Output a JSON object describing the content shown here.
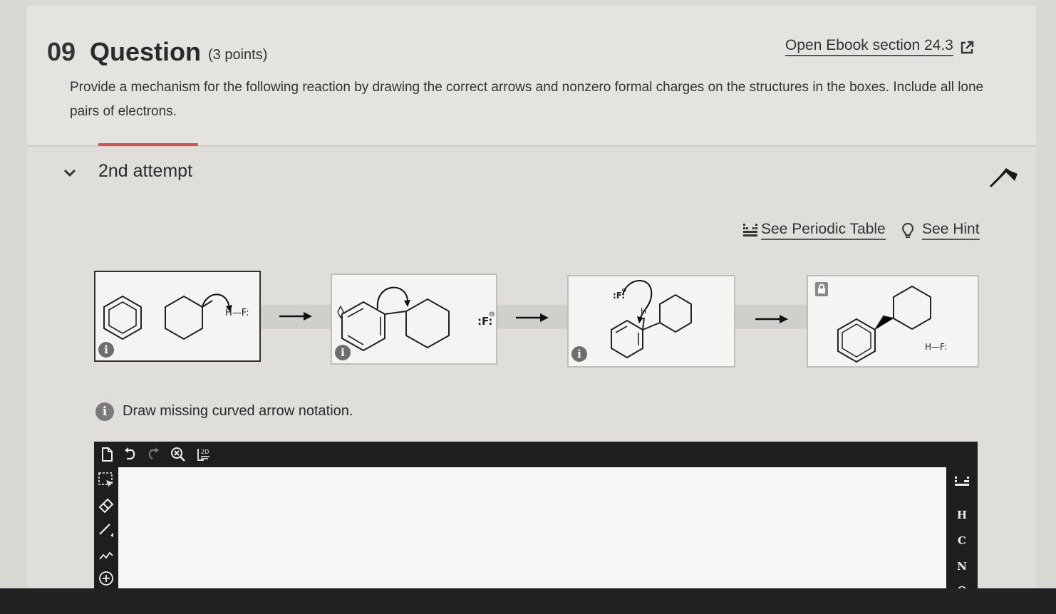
{
  "question": {
    "number": "09",
    "word": "Question",
    "points": "(3 points)",
    "ebook_link": "Open Ebook section 24.3",
    "prompt": "Provide a mechanism for the following reaction by drawing the correct arrows and nonzero formal charges on the structures in the boxes. Include all lone pairs of electrons."
  },
  "attempt": {
    "label": "2nd attempt"
  },
  "links": {
    "periodic_table": "See Periodic Table",
    "hint": "See Hint"
  },
  "mechanism": {
    "box1": {
      "hf_label": "H—F:",
      "info": "i"
    },
    "box2": {
      "fluoride_label": ":F:",
      "charge": "⊖",
      "info": "i"
    },
    "box3": {
      "fluoride_label": ":F:",
      "charge": "⊖",
      "h_label": "H",
      "info": "i"
    },
    "box4": {
      "hf_label": "H—F:"
    }
  },
  "instruction": {
    "info": "i",
    "text": "Draw missing curved arrow notation."
  },
  "editor": {
    "elements": [
      "H",
      "C",
      "N",
      "O"
    ]
  },
  "colors": {
    "accent_red": "#d9534f",
    "toolbar": "#1e1e1e",
    "background": "#dfdedb"
  }
}
